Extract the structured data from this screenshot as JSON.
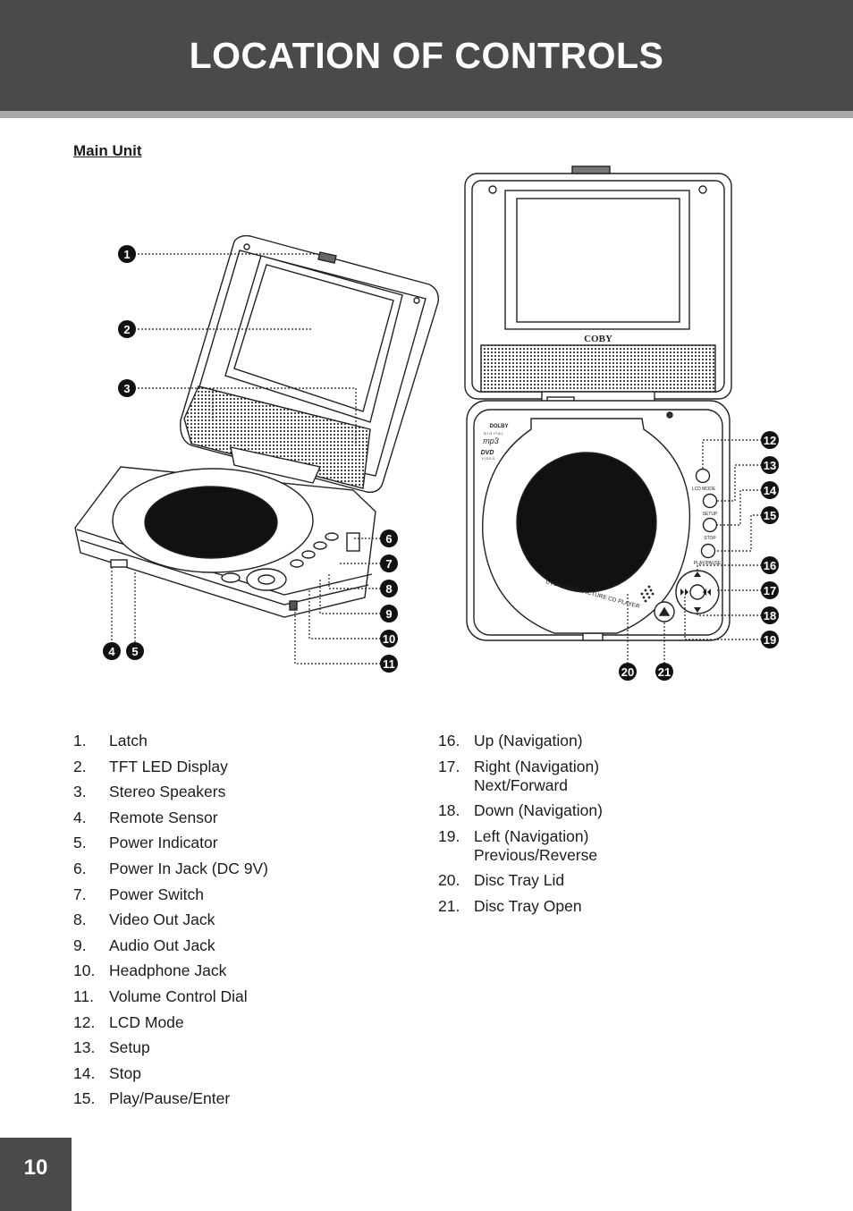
{
  "header": {
    "title": "LOCATION OF CONTROLS"
  },
  "section_title": "Main Unit",
  "device": {
    "brand": "COBY",
    "dolby_top": "DOLBY",
    "dolby_bottom": "D I G I T A L",
    "mp3": "mp3",
    "dvd": "DVD",
    "dvd_video": "V I D E O",
    "disc_text": "DVD/MP3/CD/PICTURE CD PLAYER"
  },
  "button_labels": {
    "lcd_mode": "LCD MODE",
    "setup": "SETUP",
    "stop": "STOP",
    "play_pause": "PLAY/PAUSE"
  },
  "callouts": [
    "1",
    "2",
    "3",
    "4",
    "5",
    "6",
    "7",
    "8",
    "9",
    "10",
    "11",
    "12",
    "13",
    "14",
    "15",
    "16",
    "17",
    "18",
    "19",
    "20",
    "21"
  ],
  "controls": [
    {
      "num": "1.",
      "label": "Latch"
    },
    {
      "num": "2.",
      "label": "TFT LED Display"
    },
    {
      "num": "3.",
      "label": "Stereo Speakers"
    },
    {
      "num": "4.",
      "label": "Remote Sensor"
    },
    {
      "num": "5.",
      "label": "Power Indicator"
    },
    {
      "num": "6.",
      "label": "Power In Jack (DC 9V)"
    },
    {
      "num": "7.",
      "label": "Power Switch"
    },
    {
      "num": "8.",
      "label": "Video Out Jack"
    },
    {
      "num": "9.",
      "label": "Audio Out Jack"
    },
    {
      "num": "10.",
      "label": "Headphone Jack"
    },
    {
      "num": "11.",
      "label": "Volume Control Dial"
    },
    {
      "num": "12.",
      "label": "LCD Mode"
    },
    {
      "num": "13.",
      "label": "Setup"
    },
    {
      "num": "14.",
      "label": "Stop"
    },
    {
      "num": "15.",
      "label": "Play/Pause/Enter"
    },
    {
      "num": "16.",
      "label": "Up (Navigation)"
    },
    {
      "num": "17.",
      "label": "Right (Navigation)\nNext/Forward"
    },
    {
      "num": "18.",
      "label": "Down (Navigation)"
    },
    {
      "num": "19.",
      "label": "Left (Navigation)\nPrevious/Reverse"
    },
    {
      "num": "20.",
      "label": "Disc Tray Lid"
    },
    {
      "num": "21.",
      "label": "Disc Tray Open"
    }
  ],
  "page_number": "10"
}
